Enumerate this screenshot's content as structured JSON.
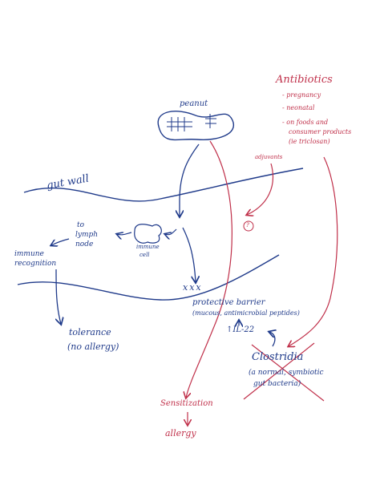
{
  "colors": {
    "ink_blue": "#1f3a8a",
    "ink_red": "#c0304a"
  },
  "labels": {
    "peanut": "peanut",
    "gut_wall": "gut wall",
    "to_lymph_node": [
      "to",
      "lymph",
      "node"
    ],
    "immune_cell": [
      "immune",
      "cell"
    ],
    "immune_recognition": [
      "immune",
      "recognition"
    ],
    "tolerance": "tolerance",
    "no_allergy": "(no allergy)",
    "xxx": "xxx",
    "protective_barrier": "protective barrier",
    "barrier_detail": "(mucous, antimicrobial peptides)",
    "il22": "↑IL-22",
    "clostridia": "Clostridia",
    "clostridia_detail": [
      "(a normal, symbiotic",
      "gut bacteria)"
    ],
    "antibiotics": "Antibiotics",
    "antibiotic_items": [
      "- pregnancy",
      "- neonatal",
      "- on foods and",
      "consumer products",
      "(ie triclosan)"
    ],
    "adjuvants": "adjuvants",
    "question_mark": "?",
    "sensitization": "Sensitization",
    "allergy": "allergy"
  }
}
